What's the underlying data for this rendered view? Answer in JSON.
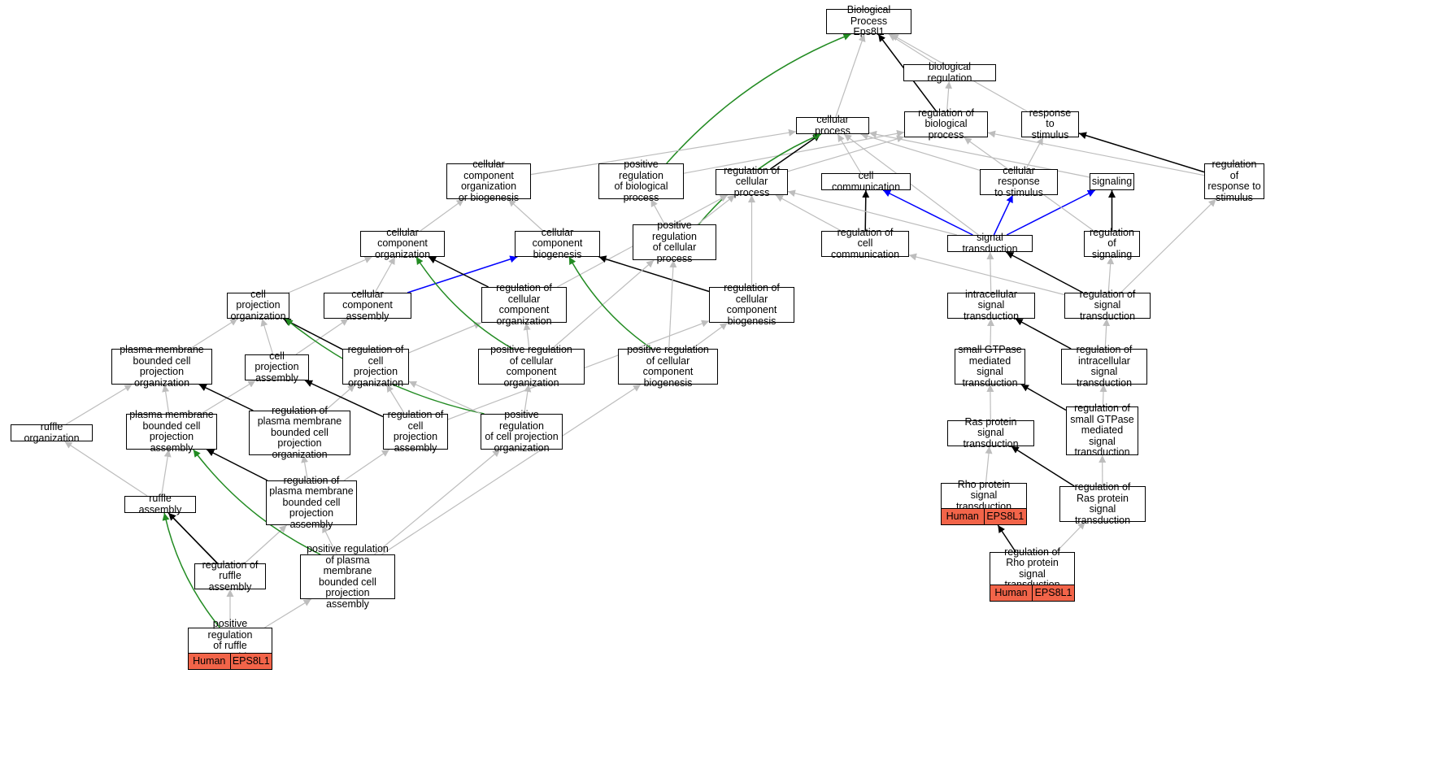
{
  "colors": {
    "default_edge": "#bdbdbd",
    "is_a": "#bdbdbd",
    "regulates": "#000000",
    "positively_regulates": "#228b22",
    "part_of": "#0000ff",
    "annotation": "#f26449"
  },
  "nodes": [
    {
      "id": "bp",
      "label": "Biological Process\nEps8l1"
    },
    {
      "id": "bioreg",
      "label": "biological regulation"
    },
    {
      "id": "cellproc",
      "label": "cellular process"
    },
    {
      "id": "regbio",
      "label": "regulation of\nbiological process"
    },
    {
      "id": "resp",
      "label": "response to\nstimulus"
    },
    {
      "id": "ccob",
      "label": "cellular component\norganization\nor biogenesis"
    },
    {
      "id": "posbio",
      "label": "positive regulation\nof biological\nprocess"
    },
    {
      "id": "regcell",
      "label": "regulation of\ncellular process"
    },
    {
      "id": "cellcomm",
      "label": "cell communication"
    },
    {
      "id": "cellresp",
      "label": "cellular response\nto stimulus"
    },
    {
      "id": "signaling",
      "label": "signaling"
    },
    {
      "id": "regresp",
      "label": "regulation of\nresponse to\nstimulus"
    },
    {
      "id": "cco",
      "label": "cellular component\norganization"
    },
    {
      "id": "ccb",
      "label": "cellular component\nbiogenesis"
    },
    {
      "id": "poscell",
      "label": "positive regulation\nof cellular\nprocess"
    },
    {
      "id": "regcomm",
      "label": "regulation of\ncell communication"
    },
    {
      "id": "sigtrans",
      "label": "signal transduction"
    },
    {
      "id": "regsig",
      "label": "regulation of\nsignaling"
    },
    {
      "id": "cpo",
      "label": "cell projection\norganization"
    },
    {
      "id": "cca",
      "label": "cellular component\nassembly"
    },
    {
      "id": "regcco",
      "label": "regulation of\ncellular component\norganization"
    },
    {
      "id": "regccb",
      "label": "regulation of\ncellular component\nbiogenesis"
    },
    {
      "id": "intrasig",
      "label": "intracellular\nsignal transduction"
    },
    {
      "id": "regsigtrans",
      "label": "regulation of\nsignal transduction"
    },
    {
      "id": "pmbcpo",
      "label": "plasma membrane\nbounded cell\nprojection organization"
    },
    {
      "id": "cpa",
      "label": "cell projection\nassembly"
    },
    {
      "id": "regcpo",
      "label": "regulation of\ncell projection\norganization"
    },
    {
      "id": "poscco",
      "label": "positive regulation\nof cellular\ncomponent organization"
    },
    {
      "id": "posccb",
      "label": "positive regulation\nof cellular\ncomponent biogenesis"
    },
    {
      "id": "gtpase",
      "label": "small GTPase\nmediated signal\ntransduction"
    },
    {
      "id": "regintra",
      "label": "regulation of\nintracellular\nsignal transduction"
    },
    {
      "id": "ruffleorg",
      "label": "ruffle organization"
    },
    {
      "id": "pmbcpa",
      "label": "plasma membrane\nbounded cell\nprojection assembly"
    },
    {
      "id": "regpmbcpo",
      "label": "regulation of\nplasma membrane\nbounded cell\nprojection organization"
    },
    {
      "id": "regcpa",
      "label": "regulation of\ncell projection\nassembly"
    },
    {
      "id": "poscpo",
      "label": "positive regulation\nof cell projection\norganization"
    },
    {
      "id": "ras",
      "label": "Ras protein\nsignal transduction"
    },
    {
      "id": "reggtpase",
      "label": "regulation of\nsmall GTPase\nmediated signal\ntransduction"
    },
    {
      "id": "ruffleasm",
      "label": "ruffle assembly"
    },
    {
      "id": "regpmbcpa",
      "label": "regulation of\nplasma membrane\nbounded cell\nprojection assembly"
    },
    {
      "id": "rho",
      "label": "Rho protein\nsignal transduction",
      "tags": [
        "Human",
        "EPS8L1"
      ]
    },
    {
      "id": "regras",
      "label": "regulation of\nRas protein\nsignal transduction"
    },
    {
      "id": "regruffle",
      "label": "regulation of\nruffle assembly"
    },
    {
      "id": "pospmbcpa",
      "label": "positive regulation\nof plasma membrane\nbounded cell\nprojection assembly"
    },
    {
      "id": "regrho",
      "label": "regulation of\nRho protein\nsignal transduction",
      "tags": [
        "Human",
        "EPS8L1"
      ]
    },
    {
      "id": "posruffle",
      "label": "positive regulation\nof ruffle assembly",
      "tags": [
        "Human",
        "EPS8L1"
      ]
    }
  ],
  "edges": [
    {
      "from": "bioreg",
      "to": "bp",
      "kind": "is_a"
    },
    {
      "from": "cellproc",
      "to": "bp",
      "kind": "is_a"
    },
    {
      "from": "regbio",
      "to": "bp",
      "kind": "regulates"
    },
    {
      "from": "regbio",
      "to": "bioreg",
      "kind": "is_a"
    },
    {
      "from": "resp",
      "to": "bp",
      "kind": "is_a"
    },
    {
      "from": "posbio",
      "to": "bp",
      "kind": "positively_regulates"
    },
    {
      "from": "ccob",
      "to": "cellproc",
      "kind": "is_a"
    },
    {
      "from": "posbio",
      "to": "regbio",
      "kind": "is_a"
    },
    {
      "from": "regcell",
      "to": "cellproc",
      "kind": "regulates"
    },
    {
      "from": "regcell",
      "to": "regbio",
      "kind": "is_a"
    },
    {
      "from": "cellcomm",
      "to": "cellproc",
      "kind": "is_a"
    },
    {
      "from": "cellresp",
      "to": "cellproc",
      "kind": "is_a"
    },
    {
      "from": "cellresp",
      "to": "resp",
      "kind": "is_a"
    },
    {
      "from": "signaling",
      "to": "cellproc",
      "kind": "is_a"
    },
    {
      "from": "regresp",
      "to": "resp",
      "kind": "regulates"
    },
    {
      "from": "regresp",
      "to": "regbio",
      "kind": "is_a"
    },
    {
      "from": "cco",
      "to": "ccob",
      "kind": "is_a"
    },
    {
      "from": "ccb",
      "to": "ccob",
      "kind": "is_a"
    },
    {
      "from": "poscell",
      "to": "cellproc",
      "kind": "positively_regulates"
    },
    {
      "from": "poscell",
      "to": "posbio",
      "kind": "is_a"
    },
    {
      "from": "poscell",
      "to": "regcell",
      "kind": "is_a"
    },
    {
      "from": "regcomm",
      "to": "cellcomm",
      "kind": "regulates"
    },
    {
      "from": "regcomm",
      "to": "regcell",
      "kind": "is_a"
    },
    {
      "from": "sigtrans",
      "to": "cellcomm",
      "kind": "part_of"
    },
    {
      "from": "sigtrans",
      "to": "cellresp",
      "kind": "part_of"
    },
    {
      "from": "sigtrans",
      "to": "signaling",
      "kind": "part_of"
    },
    {
      "from": "sigtrans",
      "to": "cellproc",
      "kind": "is_a"
    },
    {
      "from": "sigtrans",
      "to": "regcell",
      "kind": "is_a"
    },
    {
      "from": "regsig",
      "to": "signaling",
      "kind": "regulates"
    },
    {
      "from": "regsig",
      "to": "regbio",
      "kind": "is_a"
    },
    {
      "from": "cpo",
      "to": "cco",
      "kind": "is_a"
    },
    {
      "from": "cca",
      "to": "cco",
      "kind": "is_a"
    },
    {
      "from": "cca",
      "to": "ccb",
      "kind": "part_of"
    },
    {
      "from": "regcco",
      "to": "cco",
      "kind": "regulates"
    },
    {
      "from": "regcco",
      "to": "regcell",
      "kind": "is_a"
    },
    {
      "from": "regccb",
      "to": "ccb",
      "kind": "regulates"
    },
    {
      "from": "regccb",
      "to": "regcell",
      "kind": "is_a"
    },
    {
      "from": "intrasig",
      "to": "sigtrans",
      "kind": "is_a"
    },
    {
      "from": "regsigtrans",
      "to": "sigtrans",
      "kind": "regulates"
    },
    {
      "from": "regsigtrans",
      "to": "regsig",
      "kind": "is_a"
    },
    {
      "from": "regsigtrans",
      "to": "regcomm",
      "kind": "is_a"
    },
    {
      "from": "regsigtrans",
      "to": "regresp",
      "kind": "is_a"
    },
    {
      "from": "pmbcpo",
      "to": "cpo",
      "kind": "is_a"
    },
    {
      "from": "cpa",
      "to": "cpo",
      "kind": "is_a"
    },
    {
      "from": "cpa",
      "to": "cca",
      "kind": "is_a"
    },
    {
      "from": "regcpo",
      "to": "cpo",
      "kind": "regulates"
    },
    {
      "from": "regcpo",
      "to": "regcco",
      "kind": "is_a"
    },
    {
      "from": "poscco",
      "to": "cco",
      "kind": "positively_regulates"
    },
    {
      "from": "poscco",
      "to": "regcco",
      "kind": "is_a"
    },
    {
      "from": "poscco",
      "to": "poscell",
      "kind": "is_a"
    },
    {
      "from": "posccb",
      "to": "ccb",
      "kind": "positively_regulates"
    },
    {
      "from": "posccb",
      "to": "regccb",
      "kind": "is_a"
    },
    {
      "from": "posccb",
      "to": "poscell",
      "kind": "is_a"
    },
    {
      "from": "gtpase",
      "to": "intrasig",
      "kind": "is_a"
    },
    {
      "from": "regintra",
      "to": "intrasig",
      "kind": "regulates"
    },
    {
      "from": "regintra",
      "to": "regsigtrans",
      "kind": "is_a"
    },
    {
      "from": "ruffleorg",
      "to": "pmbcpo",
      "kind": "is_a"
    },
    {
      "from": "pmbcpa",
      "to": "pmbcpo",
      "kind": "is_a"
    },
    {
      "from": "pmbcpa",
      "to": "cpa",
      "kind": "is_a"
    },
    {
      "from": "regpmbcpo",
      "to": "pmbcpo",
      "kind": "regulates"
    },
    {
      "from": "regpmbcpo",
      "to": "regcpo",
      "kind": "is_a"
    },
    {
      "from": "regcpa",
      "to": "cpa",
      "kind": "regulates"
    },
    {
      "from": "regcpa",
      "to": "regcpo",
      "kind": "is_a"
    },
    {
      "from": "regcpa",
      "to": "regccb",
      "kind": "is_a"
    },
    {
      "from": "poscpo",
      "to": "cpo",
      "kind": "positively_regulates"
    },
    {
      "from": "poscpo",
      "to": "regcpo",
      "kind": "is_a"
    },
    {
      "from": "poscpo",
      "to": "poscco",
      "kind": "is_a"
    },
    {
      "from": "ras",
      "to": "gtpase",
      "kind": "is_a"
    },
    {
      "from": "reggtpase",
      "to": "gtpase",
      "kind": "regulates"
    },
    {
      "from": "reggtpase",
      "to": "regintra",
      "kind": "is_a"
    },
    {
      "from": "ruffleasm",
      "to": "ruffleorg",
      "kind": "is_a"
    },
    {
      "from": "ruffleasm",
      "to": "pmbcpa",
      "kind": "is_a"
    },
    {
      "from": "regpmbcpa",
      "to": "pmbcpa",
      "kind": "regulates"
    },
    {
      "from": "regpmbcpa",
      "to": "regpmbcpo",
      "kind": "is_a"
    },
    {
      "from": "regpmbcpa",
      "to": "regcpa",
      "kind": "is_a"
    },
    {
      "from": "rho",
      "to": "ras",
      "kind": "is_a"
    },
    {
      "from": "regras",
      "to": "ras",
      "kind": "regulates"
    },
    {
      "from": "regras",
      "to": "reggtpase",
      "kind": "is_a"
    },
    {
      "from": "regruffle",
      "to": "ruffleasm",
      "kind": "regulates"
    },
    {
      "from": "regruffle",
      "to": "regpmbcpa",
      "kind": "is_a"
    },
    {
      "from": "pospmbcpa",
      "to": "pmbcpa",
      "kind": "positively_regulates"
    },
    {
      "from": "pospmbcpa",
      "to": "regpmbcpa",
      "kind": "is_a"
    },
    {
      "from": "pospmbcpa",
      "to": "poscpo",
      "kind": "is_a"
    },
    {
      "from": "pospmbcpa",
      "to": "posccb",
      "kind": "is_a"
    },
    {
      "from": "regrho",
      "to": "rho",
      "kind": "regulates"
    },
    {
      "from": "regrho",
      "to": "regras",
      "kind": "is_a"
    },
    {
      "from": "regruffle",
      "to": "ruffleasm",
      "kind": "regulates"
    },
    {
      "from": "posruffle",
      "to": "ruffleasm",
      "kind": "positively_regulates"
    },
    {
      "from": "posruffle",
      "to": "regruffle",
      "kind": "is_a"
    },
    {
      "from": "posruffle",
      "to": "pospmbcpa",
      "kind": "is_a"
    }
  ]
}
